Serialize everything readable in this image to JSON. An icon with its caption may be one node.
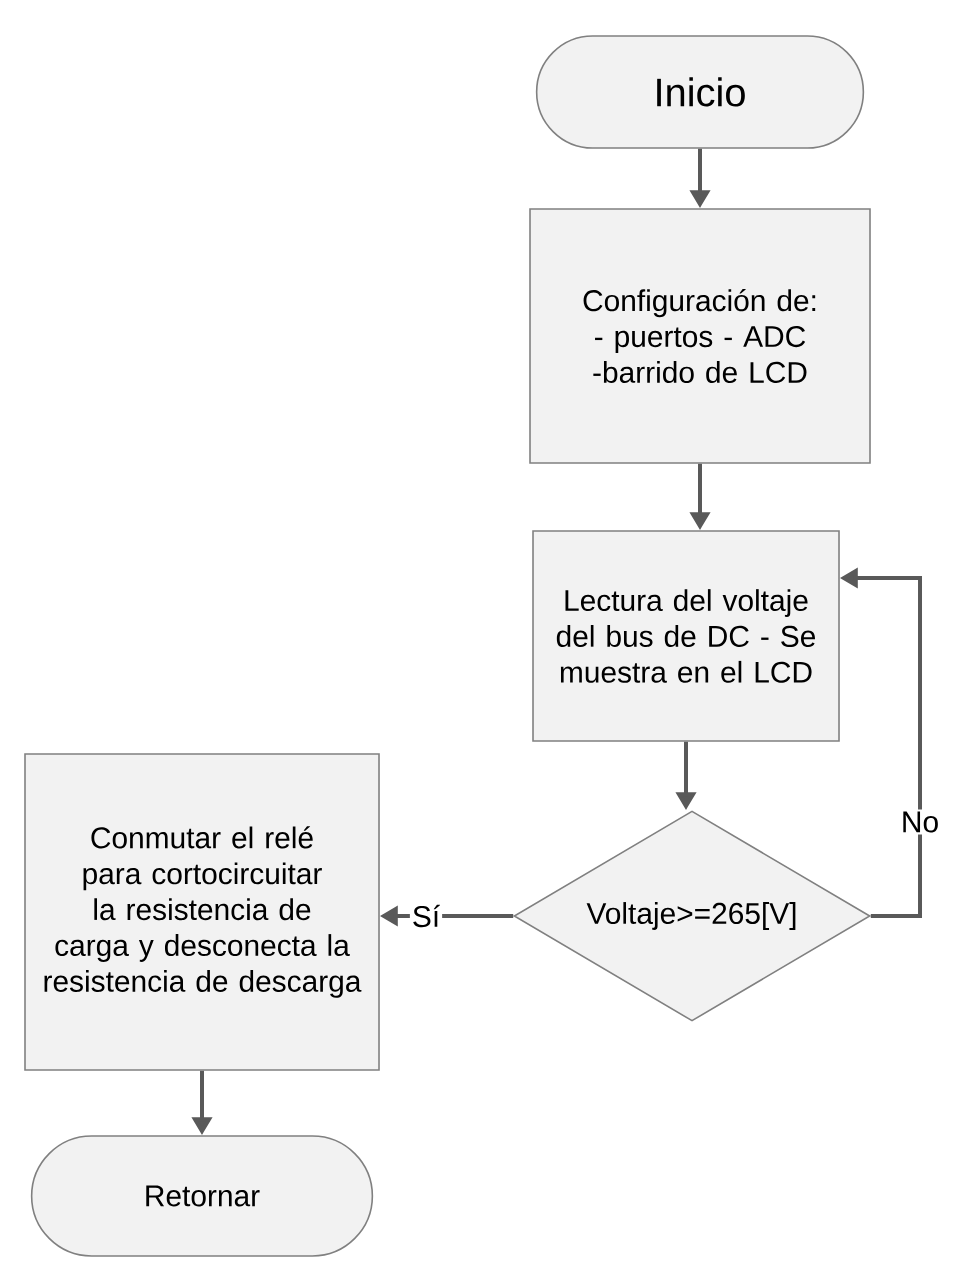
{
  "diagram": {
    "nodes": [
      {
        "text": [
          "Inicio"
        ]
      },
      {
        "text": [
          "Configuración de: - puertos - ADC -barrido de LCD"
        ]
      },
      {
        "text": [
          "Lectura del voltaje del bus de DC - Se muestra en el LCD"
        ]
      },
      {
        "text": [
          "Voltaje>=265[V]"
        ]
      },
      {
        "text": [
          "Conmutar el relé para cortocircuitar la resistencia de carga y desconecta la resistencia de descarga"
        ]
      },
      {
        "text": [
          "Retornar"
        ]
      }
    ],
    "edges": [
      {
        "from": 0,
        "to": 1,
        "arrow": "to"
      },
      {
        "from": 1,
        "to": 2,
        "arrow": "to"
      },
      {
        "from": 2,
        "to": 3,
        "arrow": "to"
      },
      {
        "from": 3,
        "to": 4,
        "arrow": "to",
        "label": "Sí"
      },
      {
        "from": 3,
        "to": 2,
        "arrow": "to",
        "label": "No"
      },
      {
        "from": 4,
        "to": 5,
        "arrow": "to"
      }
    ]
  }
}
